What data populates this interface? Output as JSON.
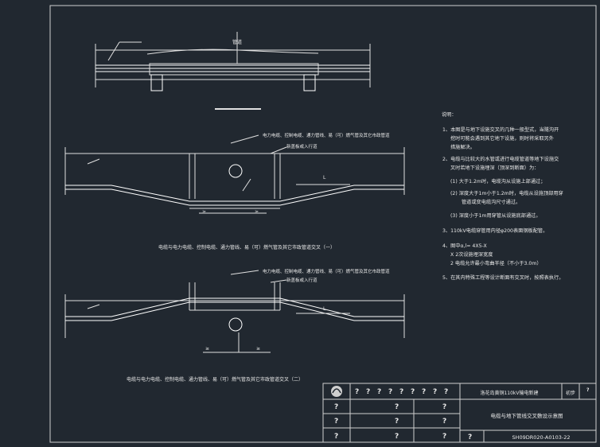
{
  "drawing": {
    "top_label": "管道",
    "label_cable_pipes": "电力电缆、控制电缆、通力管线、易（可）燃气管及其它市政管道",
    "label_cable_pipes_2": "电力电缆、控制电缆、通力管线、易（可）燃气管及其它市政管道",
    "label_cable_pipes_1": "新盖板或入行道",
    "label_cable_pipes_1b": "新盖板或入行道",
    "caption_1": "电缆与电力电缆、控制电缆、通力管线、易（可）燃气管及其它市政管道交叉（一）",
    "caption_2": "电缆与电力电缆、控制电缆、通力管线、易（可）燃气管及其它市政管道交叉（二）",
    "dim_L": "L",
    "dim_ge": "≥",
    "dim_I": "I"
  },
  "notes": {
    "title": "说明：",
    "items": [
      "1、本图是与地下设施交叉的几种一般型式，当隧沟开",
      "挖时可能会遇到其它地下设施，则时将采取另外",
      "措施解决。",
      "2、电缆与比较大的水管或进行电缆管道等地下设施交",
      "叉时若地下设施埋深（顶深到断面）为：",
      "(1) 大于1.2m时，电缆沟从设施上部通过；",
      "(2) 深度大于1m小于1.2m时，电缆从设施顶部用穿",
      "管道或变电缆沟尺寸通过。",
      "(3) 深度小于1m用穿管从设施底部通过。",
      "3、110kV电缆穿管用内径φ200表面钢板配管。",
      "4、图中α,l= 4X5-X",
      "X  2次设施埋深宽度",
      "2  电缆允许最小弯曲半径（不小于3.0m）",
      "5、在其内特殊工程等设计断面有交叉时，按照表执行。"
    ]
  },
  "title_block": {
    "project": "洛花岛黄铜110kV输电新建",
    "stage": "初步",
    "drawing_title": "电缆与地下管线交叉敷设示意图",
    "drawing_no": "SH09DR020-A0103-22",
    "q": "?"
  }
}
